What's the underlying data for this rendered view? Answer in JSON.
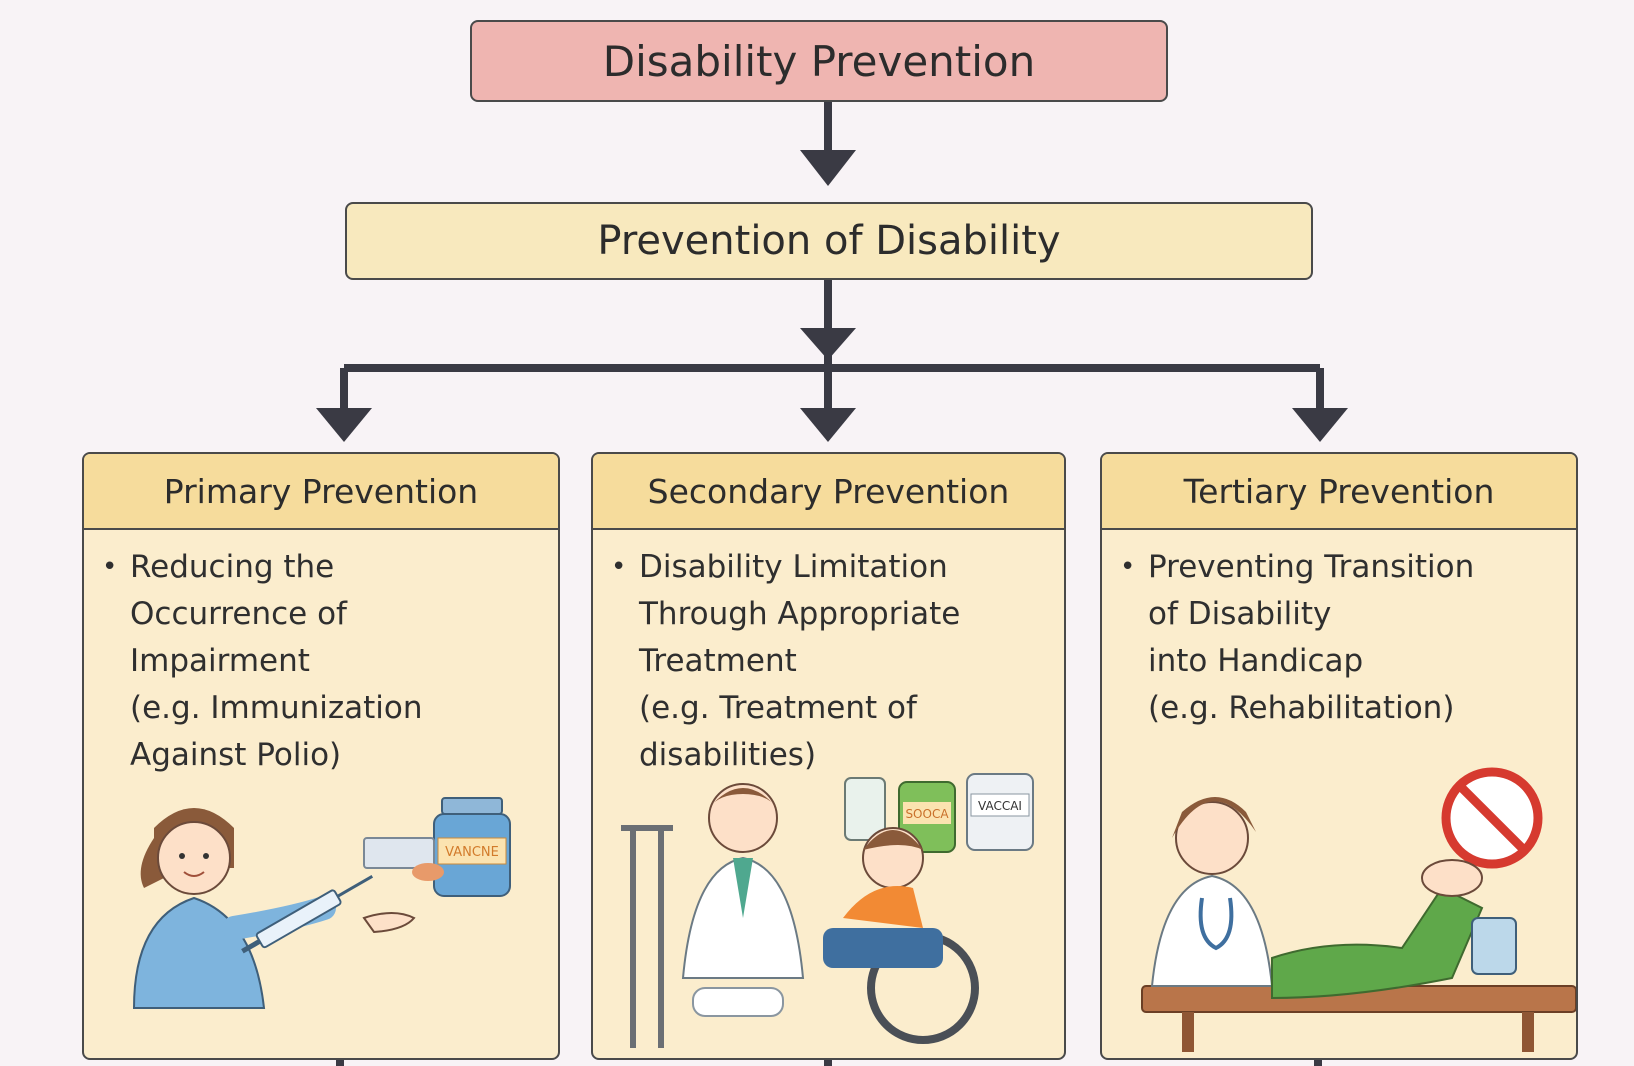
{
  "title": "Disability Prevention",
  "subtitle": "Prevention of Disability",
  "cards": [
    {
      "heading": "Primary Prevention",
      "lines": [
        "Reducing the",
        "Occurrence of",
        "Impairment",
        "(e.g. Immunization",
        "Against Polio)"
      ],
      "label": "VANCNE"
    },
    {
      "heading": "Secondary Prevention",
      "lines": [
        "Disability Limitation",
        "Through Appropriate",
        "Treatment",
        "(e.g. Treatment of",
        "disabilities)"
      ],
      "labels": [
        "SOOCA",
        "VACCAI"
      ]
    },
    {
      "heading": "Tertiary Prevention",
      "lines": [
        "Preventing Transition",
        "of Disability",
        "into Handicap",
        "(e.g. Rehabilitation)"
      ]
    }
  ],
  "bullet": "•",
  "colors": {
    "title_box": "#efb5b1",
    "subtitle_box": "#f8e9be",
    "card_header": "#f6dc9c",
    "card_body": "#fbedcd",
    "connector": "#3a3a44"
  }
}
